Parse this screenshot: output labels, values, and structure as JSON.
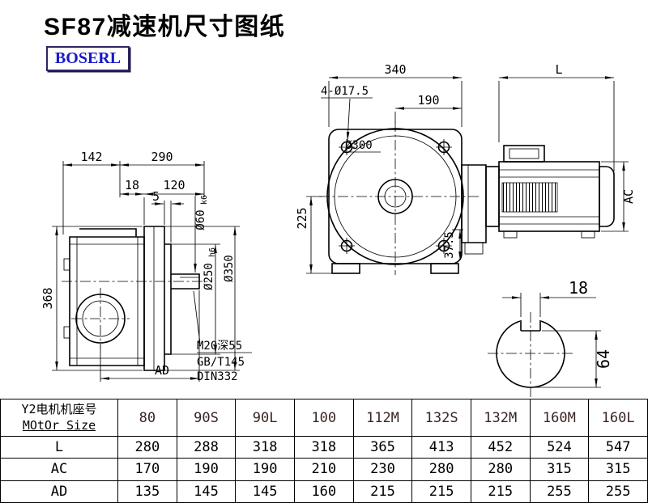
{
  "title": "SF87减速机尺寸图纸",
  "logo": "BOSERL",
  "colors": {
    "logo_text": "#1618c8",
    "logo_border": "#2b2563",
    "line": "#000000"
  },
  "side_view": {
    "dim_142": "142",
    "dim_290": "290",
    "dim_18": "18",
    "dim_120": "120",
    "dim_5": "5",
    "dim_368": "368",
    "dim_ad": "AD",
    "dia_shaft": "Ø60",
    "dia_shaft_tol": "k6",
    "dia_spigot": "Ø250",
    "dia_spigot_tol": "h6",
    "dia_flange": "Ø350",
    "note_tap": "M20深55",
    "note_gb": "GB/T145",
    "note_din": "DIN332"
  },
  "front_view": {
    "dim_340": "340",
    "dim_l": "L",
    "holes": "4-Ø17.5",
    "dim_190": "190",
    "dia_300": "Ø300",
    "dim_225": "225",
    "dim_37_5": "37.5",
    "dim_ac": "AC"
  },
  "shaft_section": {
    "dim_18": "18",
    "dim_64": "64"
  },
  "table": {
    "header_cn": "Y2电机机座号",
    "header_en": "MOtOr Size",
    "sizes": [
      "80",
      "90S",
      "90L",
      "100",
      "112M",
      "132S",
      "132M",
      "160M",
      "160L"
    ],
    "rows": [
      {
        "label": "L",
        "values": [
          "280",
          "288",
          "318",
          "318",
          "365",
          "413",
          "452",
          "524",
          "547"
        ]
      },
      {
        "label": "AC",
        "values": [
          "170",
          "190",
          "190",
          "210",
          "230",
          "280",
          "280",
          "315",
          "315"
        ]
      },
      {
        "label": "AD",
        "values": [
          "135",
          "145",
          "145",
          "160",
          "215",
          "215",
          "215",
          "255",
          "255"
        ]
      }
    ]
  }
}
